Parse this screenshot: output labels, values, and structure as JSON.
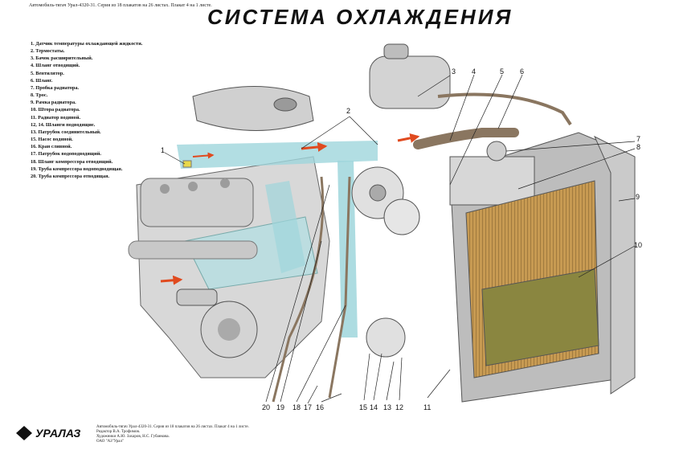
{
  "header_note": "Автомобиль-тягач Урал-4320-31. Серия из 18 плакатов на 26 листах.   Плакат 4 на 1 листе.",
  "title": "СИСТЕМА ОХЛАЖДЕНИЯ",
  "legend": [
    "1. Датчик температуры охлаждающей жидкости.",
    "2. Термостаты.",
    "3. Бачок расширительный.",
    "4. Шланг отводящий.",
    "5. Вентилятор.",
    "6. Шланг.",
    "7. Пробка радиатора.",
    "8. Трос.",
    "9. Рамка радиатора.",
    "10. Штора радиатора.",
    "11. Радиатор водяной.",
    "12, 14. Шланги подводящие.",
    "13. Патрубок соединительный.",
    "15. Насос водяной.",
    "16. Кран сливной.",
    "17. Патрубок водоподводящий.",
    "18. Шланг компрессора отводящий.",
    "19. Труба компрессора водоподводящая.",
    "20. Труба компрессора отводящая."
  ],
  "callouts": [
    "1",
    "2",
    "3",
    "4",
    "5",
    "6",
    "7",
    "8",
    "9",
    "10",
    "11",
    "12",
    "13",
    "14",
    "15",
    "16",
    "17",
    "18",
    "19",
    "20"
  ],
  "footer": {
    "logo": "УРАЛАЗ",
    "lines": [
      "Автомобиль-тягач Урал-4320-31. Серия из 18 плакатов на 26 листах.   Плакат 4 на 1 листе.",
      "Редактор В.А. Трофимов.",
      "Художники А.Ю. Захаров, Н.С. Губанкова.",
      "ОАО \"АЗ\"Урал\""
    ]
  },
  "colors": {
    "coolant": "#9fd6dc",
    "engine": "#d8d8d8",
    "radiator_core": "#c79a52",
    "shutter": "#8a8640",
    "flow_arrow": "#e04a1f",
    "hose": "#8a7660",
    "sensor": "#e8d84a"
  }
}
